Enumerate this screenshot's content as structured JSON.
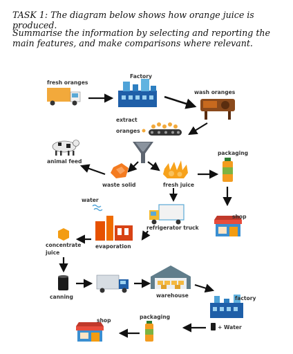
{
  "task": {
    "title": "TASK 1: The diagram below shows how orange juice is produced.",
    "instructions": "Summarise the information by selecting and reporting the main features, and make comparisons where relevant."
  },
  "diagram": {
    "labels": {
      "fresh_oranges": "fresh oranges",
      "factory_top": "Factory",
      "wash_oranges": "wash oranges",
      "extract_oranges_1": "extract",
      "extract_oranges_2": "oranges",
      "animal_feed": "animal feed",
      "packaging_top": "packaging",
      "waste_solid": "waste solid",
      "fresh_juice": "fresh juice",
      "water": "water",
      "refrigerator_truck": "refrigerator truck",
      "shop_top": "shop",
      "concentrate_1": "concentrate",
      "concentrate_2": "juice",
      "evaporation": "evaporation",
      "canning": "canning",
      "warehouse": "warehouse",
      "factory_bottom": "factory",
      "plus_water": "+ Water",
      "packaging_bottom": "packaging",
      "shop_bottom": "shop"
    }
  }
}
